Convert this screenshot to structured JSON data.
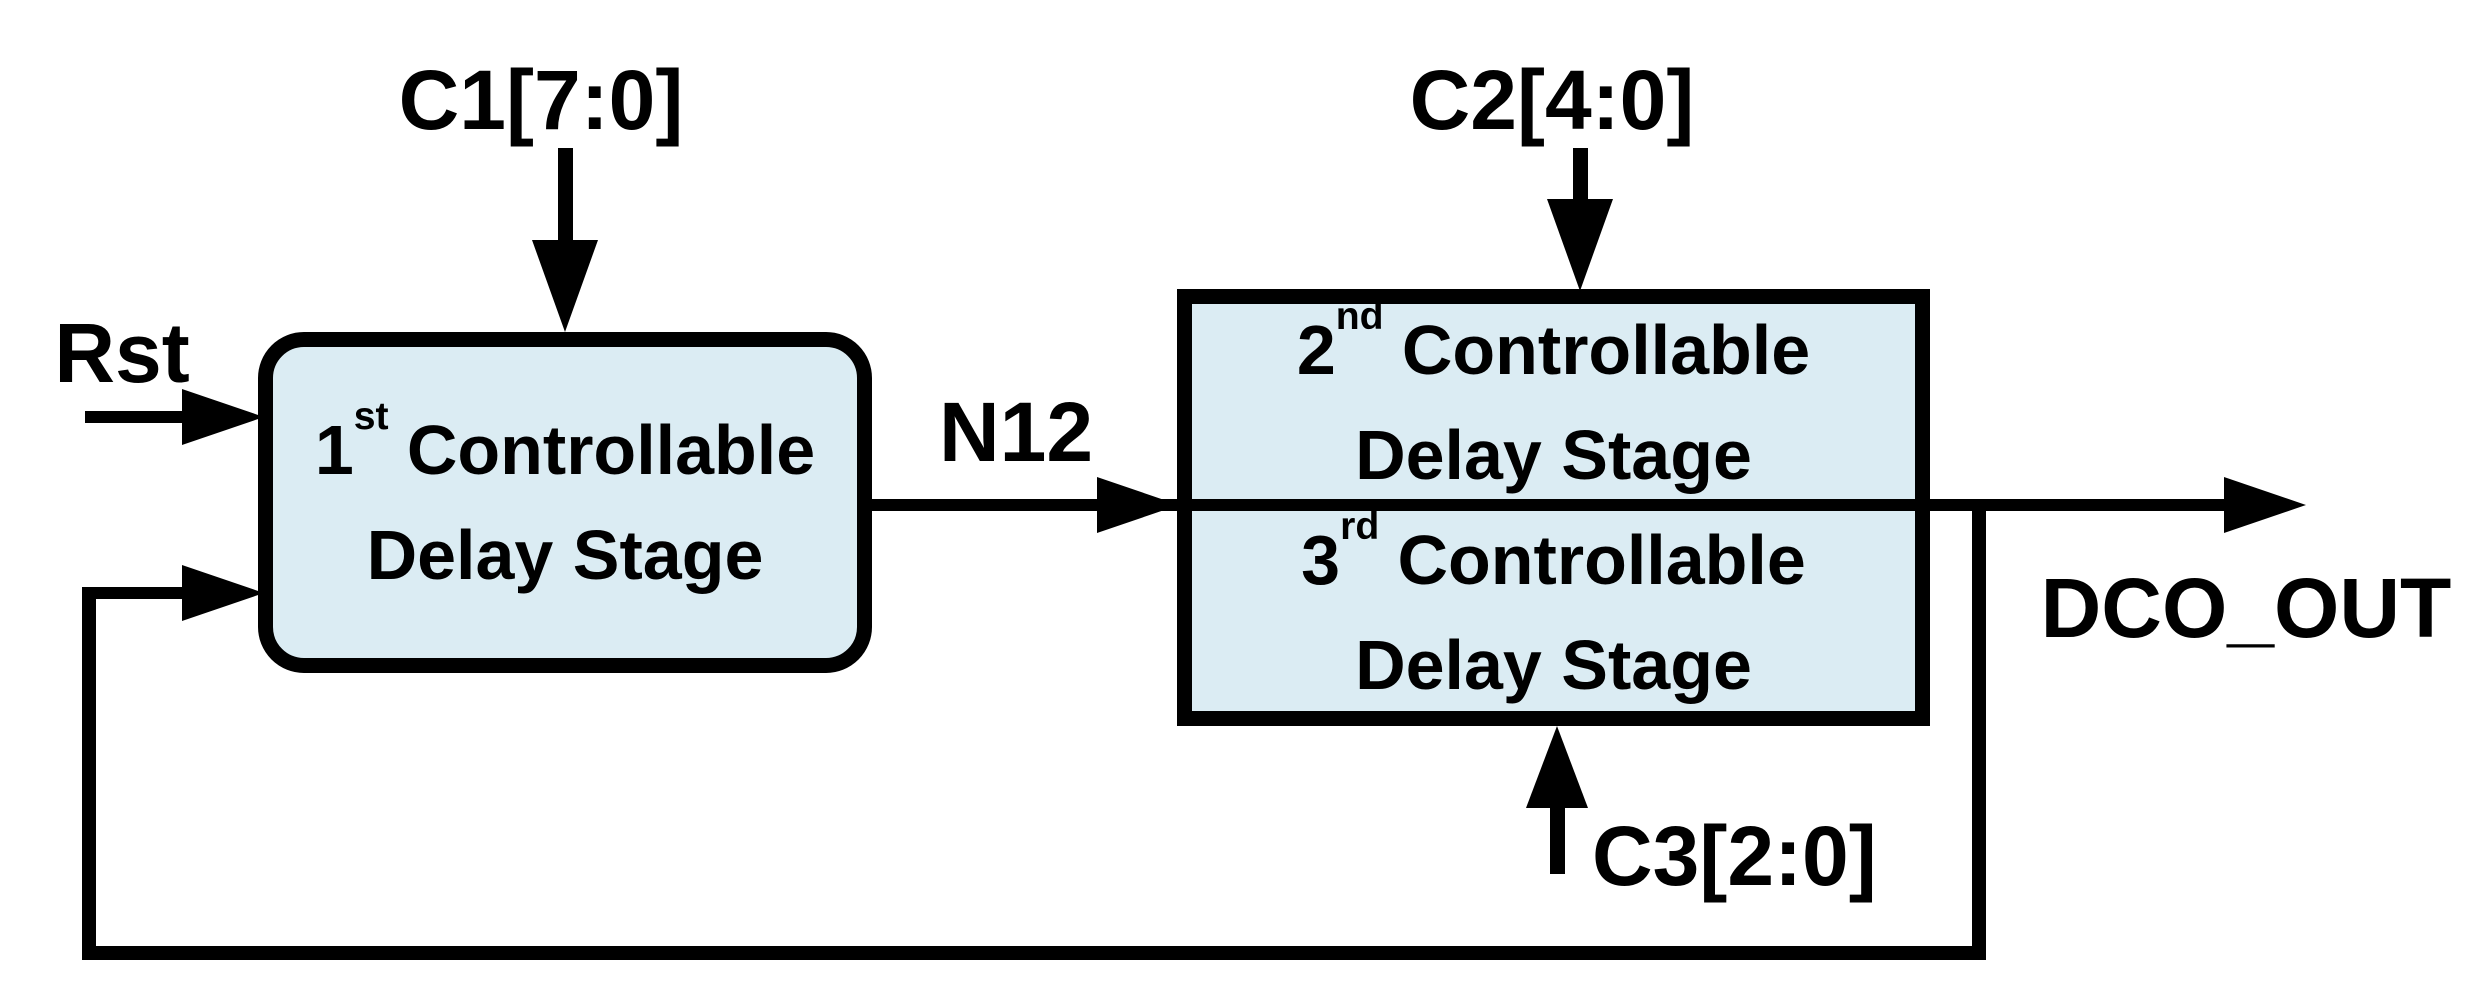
{
  "diagram": {
    "title_hint": "DCO ring oscillator block diagram",
    "colors": {
      "ink": "#000000",
      "box_fill": "#dbecf3",
      "background": "#ffffff"
    },
    "labels": {
      "c1": "C1[7:0]",
      "rst": "Rst",
      "n12": "N12",
      "c2": "C2[4:0]",
      "c3": "C3[2:0]",
      "dco_out": "DCO_OUT"
    },
    "blocks": {
      "stage1": {
        "number": "1",
        "ordinal": "st",
        "word": "Controllable",
        "line2": "Delay Stage"
      },
      "stage2": {
        "number": "2",
        "ordinal": "nd",
        "word": "Controllable",
        "line2": "Delay Stage"
      },
      "stage3": {
        "number": "3",
        "ordinal": "rd",
        "word": "Controllable",
        "line2": "Delay Stage"
      }
    }
  }
}
